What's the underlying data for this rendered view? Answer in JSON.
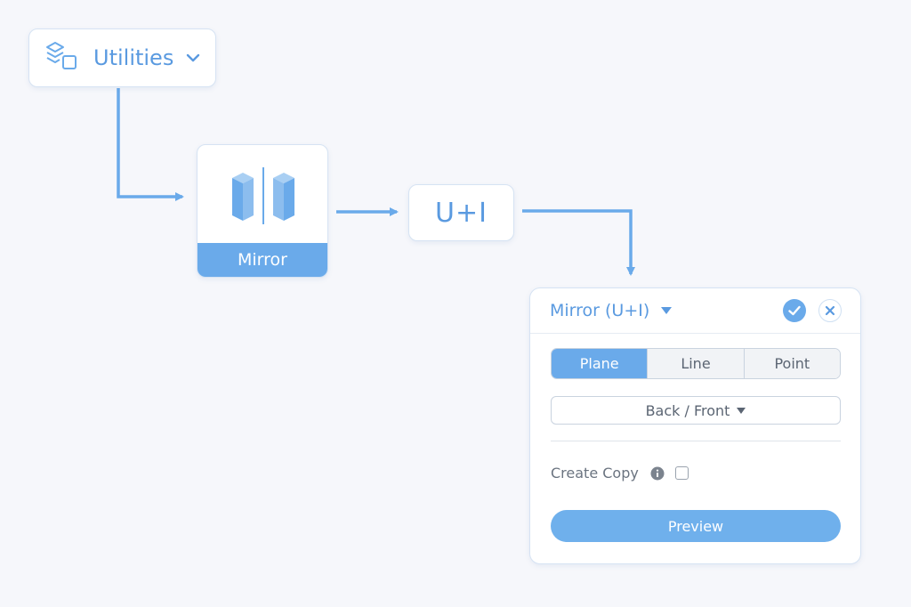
{
  "utilities_menu": {
    "label": "Utilities",
    "icon": "layers-shapes-icon"
  },
  "tool_tile": {
    "label": "Mirror",
    "icon": "mirror-boxes-icon"
  },
  "shortcut": {
    "keys": "U+I"
  },
  "panel": {
    "title": "Mirror (U+I)",
    "mode_options": [
      "Plane",
      "Line",
      "Point"
    ],
    "selected_mode": "Plane",
    "plane_dropdown": {
      "value": "Back / Front"
    },
    "create_copy": {
      "label": "Create Copy",
      "checked": false
    },
    "preview_label": "Preview"
  },
  "colors": {
    "accent": "#6aaaea",
    "accent_text": "#5a9ae0",
    "background": "#f6f7fb",
    "card_border": "#d6e3f3"
  }
}
